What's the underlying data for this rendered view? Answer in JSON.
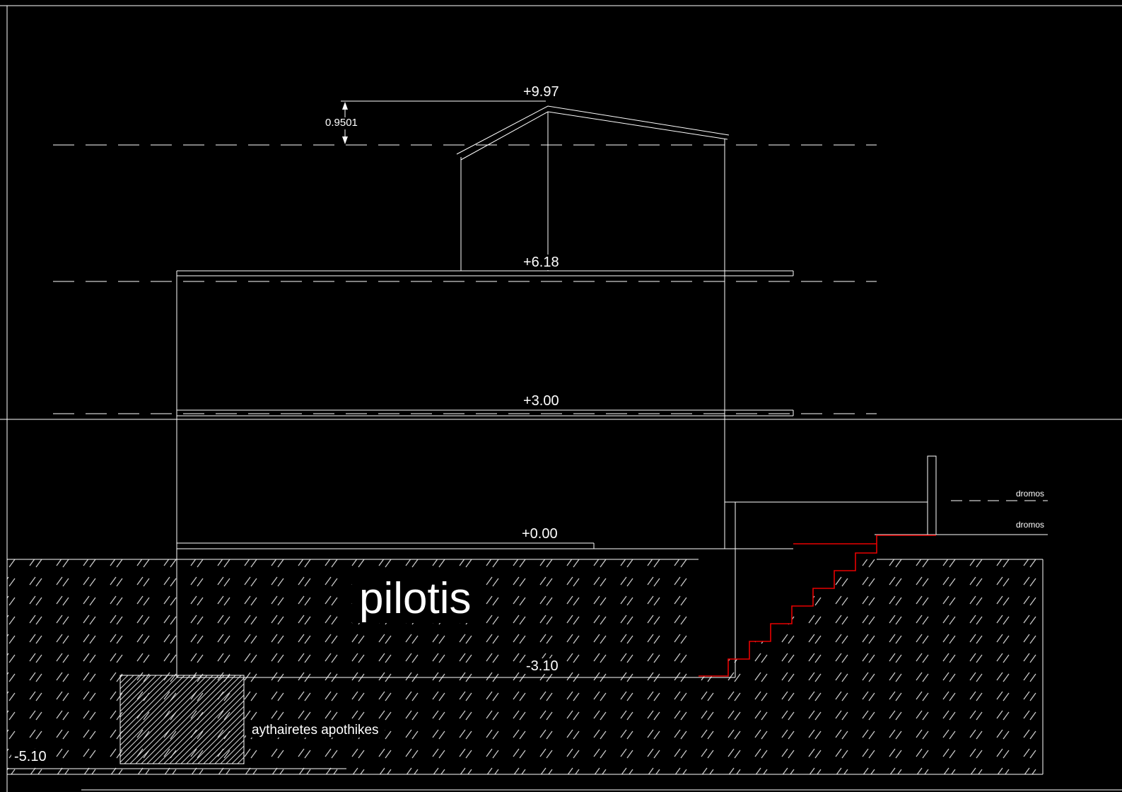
{
  "colors": {
    "background": "#000000",
    "line": "#ffffff",
    "hatch": "#c9c9c9",
    "stairs": "#e80000",
    "text": "#ffffff"
  },
  "annotations": {
    "elev_peak": "+9.97",
    "roof_dim": "0.9501",
    "elev_first_floor": "+6.18",
    "elev_ground_floor": "+3.00",
    "elev_zero": "+0.00",
    "elev_basement": "-3.10",
    "elev_foundation": "-5.10",
    "pilotis_label": "pilotis",
    "storage_label": "aythairetes apothikes",
    "dromos_upper_label": "dromos",
    "dromos_lower_label": "dromos"
  }
}
